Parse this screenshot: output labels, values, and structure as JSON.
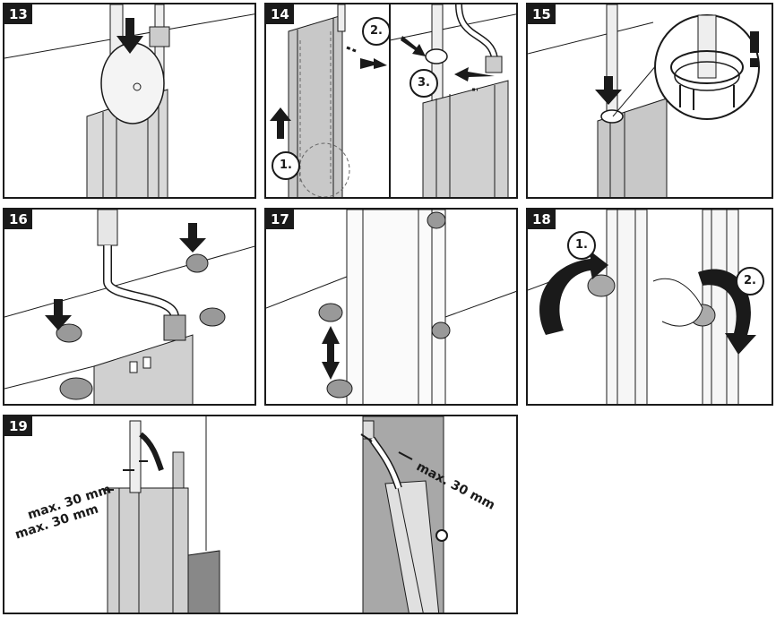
{
  "steps": [
    {
      "number": "13"
    },
    {
      "number": "14",
      "callouts": [
        "1.",
        "2.",
        "3."
      ]
    },
    {
      "number": "15"
    },
    {
      "number": "16"
    },
    {
      "number": "17"
    },
    {
      "number": "18",
      "callouts": [
        "1.",
        "2."
      ]
    },
    {
      "number": "19",
      "dimensions": [
        "max. 30 mm",
        "max. 30 mm",
        "max. 30 mm"
      ]
    }
  ],
  "colors": {
    "line": "#1a1a1a",
    "profile": "#d9d9d9",
    "profile_dark": "#9a9a9a",
    "wall": "#a8a8a8"
  }
}
